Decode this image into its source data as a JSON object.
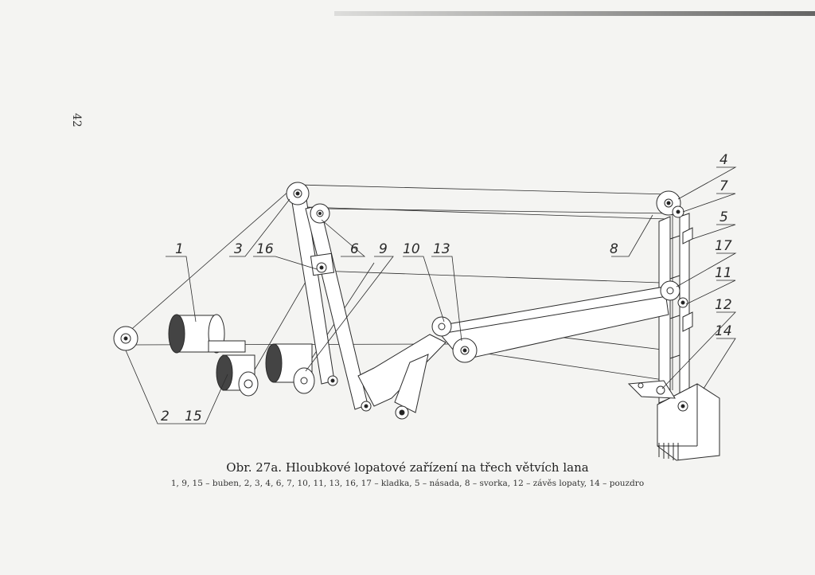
{
  "page_number": "42",
  "labels": {
    "l1": "1",
    "l2": "2",
    "l3": "3",
    "l4": "4",
    "l5": "5",
    "l6": "6",
    "l7": "7",
    "l8": "8",
    "l9": "9",
    "l10": "10",
    "l11": "11",
    "l12": "12",
    "l13": "13",
    "l14": "14",
    "l15": "15",
    "l16": "16",
    "l17": "17"
  },
  "caption": {
    "title": "Obr. 27a. Hloubkové lopatové zařízení na třech větvích lana",
    "legend": "1, 9, 15 – buben, 2, 3, 4, 6, 7, 10, 11, 13, 16, 17 – kladka, 5 – násada, 8 – svorka, 12 – závěs lopaty, 14 – pouzdro"
  }
}
